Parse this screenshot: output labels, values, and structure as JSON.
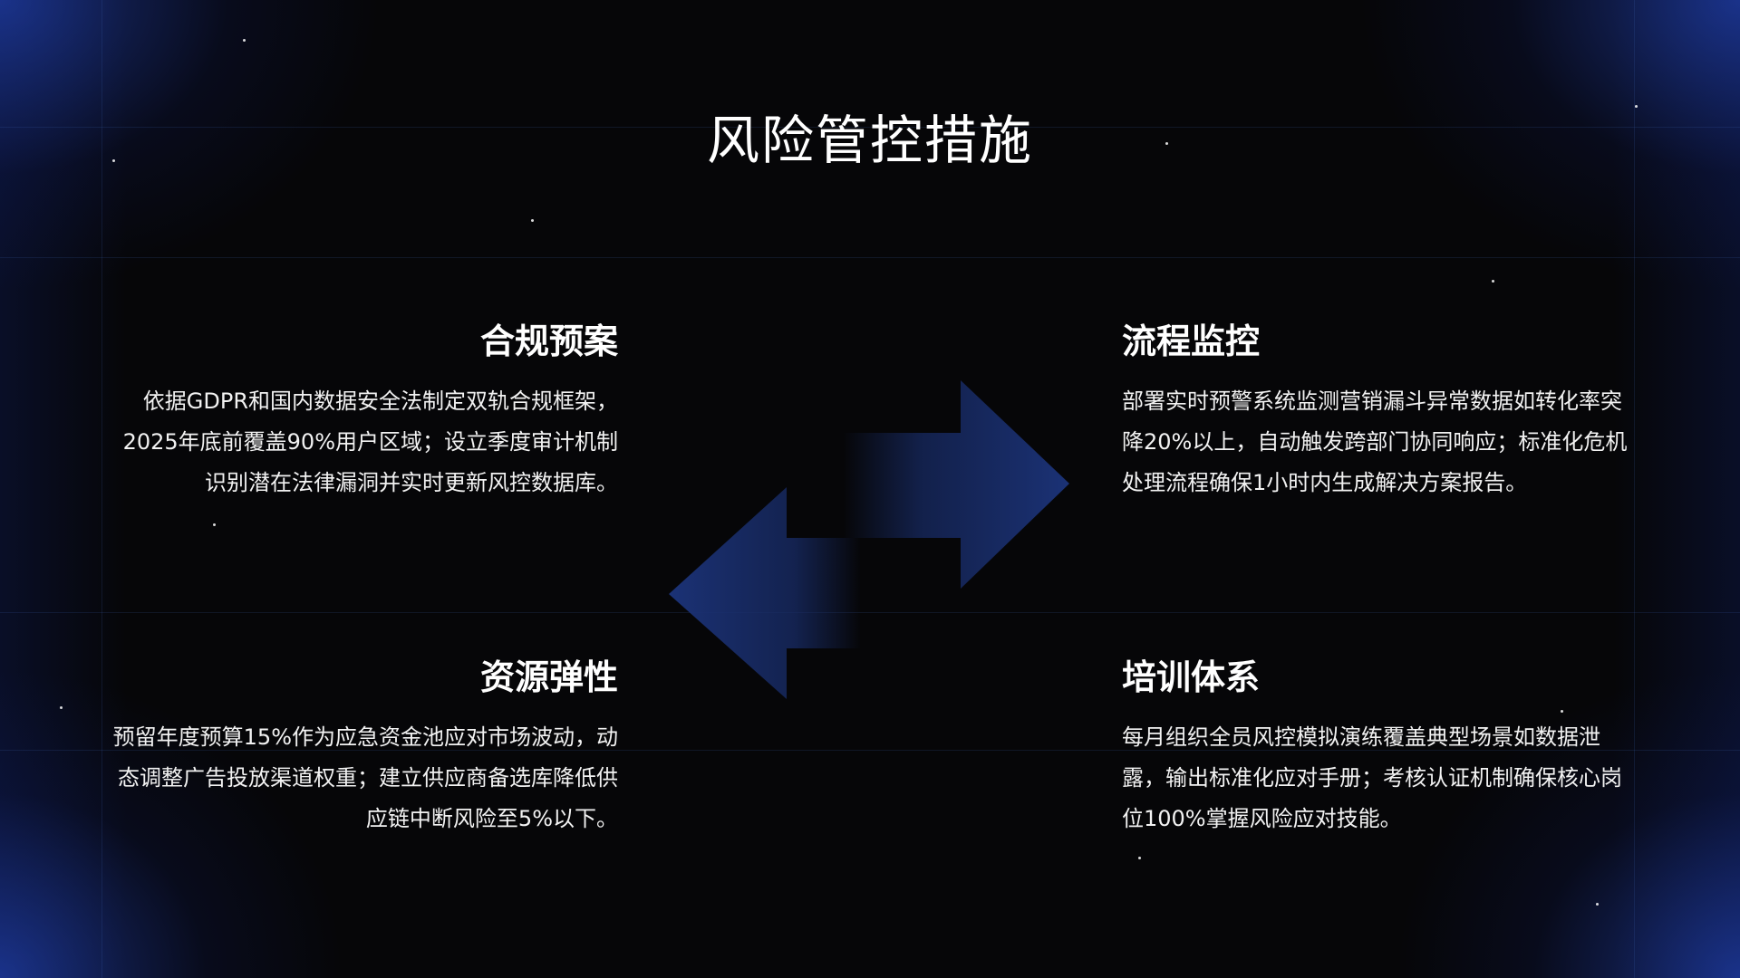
{
  "slide": {
    "title": "风险管控措施",
    "colors": {
      "background": "#060608",
      "accent_glow": "#2850dc",
      "arrow": "#1a2f6e",
      "text": "#ffffff"
    },
    "sections": {
      "compliance": {
        "heading": "合规预案",
        "body": "依据GDPR和国内数据安全法制定双轨合规框架，2025年底前覆盖90%用户区域；设立季度审计机制识别潜在法律漏洞并实时更新风控数据库。"
      },
      "process": {
        "heading": "流程监控",
        "body": "部署实时预警系统监测营销漏斗异常数据如转化率突降20%以上，自动触发跨部门协同响应；标准化危机处理流程确保1小时内生成解决方案报告。"
      },
      "resources": {
        "heading": "资源弹性",
        "body": "预留年度预算15%作为应急资金池应对市场波动，动态调整广告投放渠道权重；建立供应商备选库降低供应链中断风险至5%以下。"
      },
      "training": {
        "heading": "培训体系",
        "body": "每月组织全员风控模拟演练覆盖典型场景如数据泄露，输出标准化应对手册；考核认证机制确保核心岗位100%掌握风险应对技能。"
      }
    },
    "icons": {
      "arrows": "double-arrow-icon"
    }
  }
}
